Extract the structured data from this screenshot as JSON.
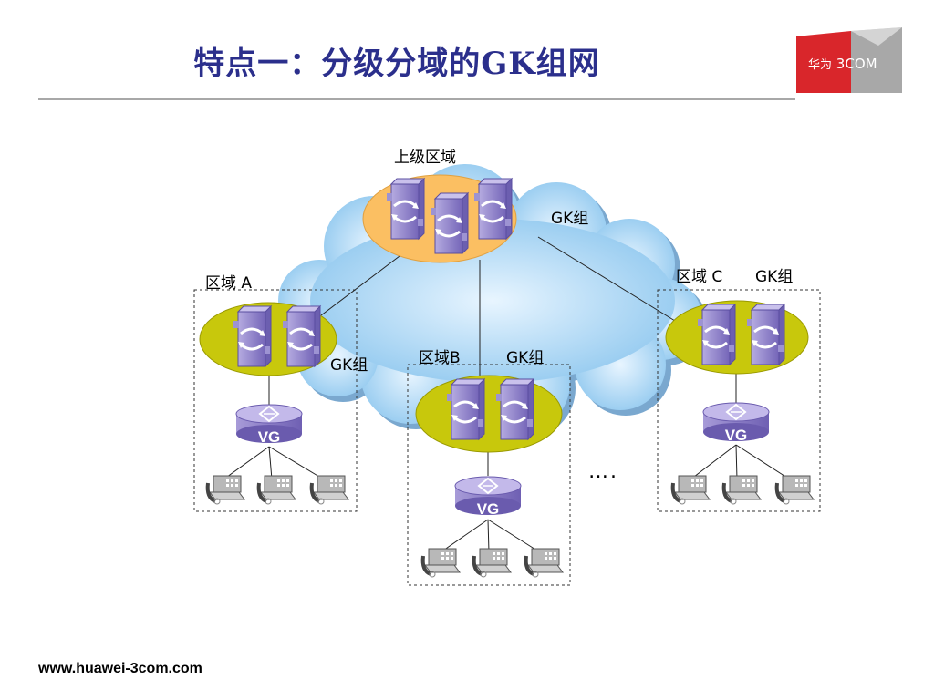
{
  "slide": {
    "title": "特点一：分级分域的GK组网",
    "footer_url": "www.huawei-3com.com",
    "logo": {
      "text_cn": "华为",
      "text_en": "3COM",
      "color_red": "#d9262b",
      "color_grey": "#a8a8a8"
    }
  },
  "diagram": {
    "top_region_label": "上级区域",
    "top_gk_label": "GK组",
    "region_a_label": "区域 A",
    "region_a_gk_label": "GK组",
    "region_b_label": "区域B",
    "region_b_gk_label": "GK组",
    "region_c_label": "区域 C",
    "region_c_gk_label": "GK组",
    "vg_label": "VG",
    "ellipsis": "….",
    "colors": {
      "cloud": "#9fd0f2",
      "top_ellipse": "#fbbf62",
      "region_ellipse": "#c8c80c",
      "gk_server": "#8a7fc4",
      "vg": "#8a7fc4"
    }
  }
}
